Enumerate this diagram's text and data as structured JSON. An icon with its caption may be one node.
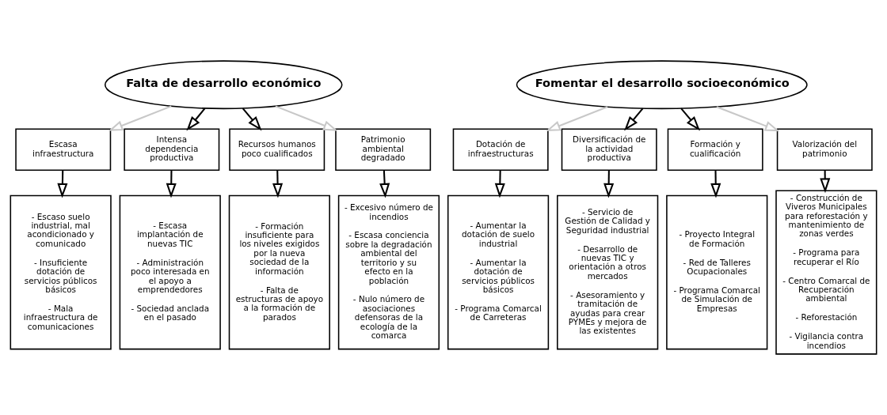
{
  "diagram": {
    "nodes": [
      {
        "text": [
          "Falta de desarrollo económico"
        ]
      },
      {
        "text": [
          "Escasa infraestructura"
        ]
      },
      {
        "text": [
          "Intensa dependencia productiva"
        ]
      },
      {
        "text": [
          "Recursos humanos poco cualificados"
        ]
      },
      {
        "text": [
          "Patrimonio ambiental degradado"
        ]
      },
      {
        "text": [
          "- Escaso suelo industrial, mal acondicionado y comunicado",
          "- Insuficiente dotación de servicios públicos básicos",
          "- Mala infraestructura de comunicaciones"
        ]
      },
      {
        "text": [
          "- Escasa implantación de nuevas TIC",
          "- Administración poco interesada en el apoyo a emprendedores",
          "- Sociedad anclada en el pasado"
        ]
      },
      {
        "text": [
          "- Formación insuficiente para los niveles exigidos por la nueva sociedad de la información",
          "- Falta de estructuras de apoyo a la formación de parados"
        ]
      },
      {
        "text": [
          "- Excesivo número de incendios",
          "- Escasa conciencia sobre la degradación ambiental del territorio y su efecto en la población",
          "- Nulo número de asociaciones defensoras de la ecología de la comarca"
        ]
      },
      {
        "text": [
          "Fomentar el desarrollo socioeconómico"
        ]
      },
      {
        "text": [
          "Dotación de infraestructuras"
        ]
      },
      {
        "text": [
          "Diversificación de la actividad productiva"
        ]
      },
      {
        "text": [
          "Formación y cualificación"
        ]
      },
      {
        "text": [
          "Valorización del patrimonio"
        ]
      },
      {
        "text": [
          "- Aumentar la dotación de suelo industrial",
          "- Aumentar la dotación de servicios públicos básicos",
          "- Programa Comarcal de Carreteras"
        ]
      },
      {
        "text": [
          "- Servicio de Gestión de Calidad y Seguridad industrial",
          "- Desarrollo de nuevas TIC y orientación a otros mercados",
          "- Asesoramiento y tramitación de ayudas para crear PYMEs y mejora de las existentes"
        ]
      },
      {
        "text": [
          "- Proyecto Integral de Formación",
          "- Red de Talleres Ocupacionales",
          "- Programa Comarcal de Simulación de Empresas"
        ]
      },
      {
        "text": [
          "- Construcción de Viveros Municipales para reforestación y mantenimiento de zonas verdes",
          "- Programa para recuperar el Río",
          "- Centro Comarcal de Recuperación ambiental",
          "- Reforestación",
          "- Vigilancia contra incendios"
        ]
      }
    ],
    "edges": [
      {
        "from": 0,
        "to": 1,
        "arrow": "to",
        "color": "#c8c8c8"
      },
      {
        "from": 0,
        "to": 2,
        "arrow": "to"
      },
      {
        "from": 0,
        "to": 3,
        "arrow": "to"
      },
      {
        "from": 0,
        "to": 4,
        "arrow": "to",
        "color": "#c8c8c8"
      },
      {
        "from": 1,
        "to": 5,
        "arrow": "to"
      },
      {
        "from": 2,
        "to": 6,
        "arrow": "to"
      },
      {
        "from": 3,
        "to": 7,
        "arrow": "to"
      },
      {
        "from": 4,
        "to": 8,
        "arrow": "to"
      },
      {
        "from": 9,
        "to": 10,
        "arrow": "to",
        "color": "#c8c8c8"
      },
      {
        "from": 9,
        "to": 11,
        "arrow": "to"
      },
      {
        "from": 9,
        "to": 12,
        "arrow": "to"
      },
      {
        "from": 9,
        "to": 13,
        "arrow": "to",
        "color": "#c8c8c8"
      },
      {
        "from": 10,
        "to": 14,
        "arrow": "to"
      },
      {
        "from": 11,
        "to": 15,
        "arrow": "to"
      },
      {
        "from": 12,
        "to": 16,
        "arrow": "to"
      },
      {
        "from": 13,
        "to": 17,
        "arrow": "to"
      }
    ]
  }
}
